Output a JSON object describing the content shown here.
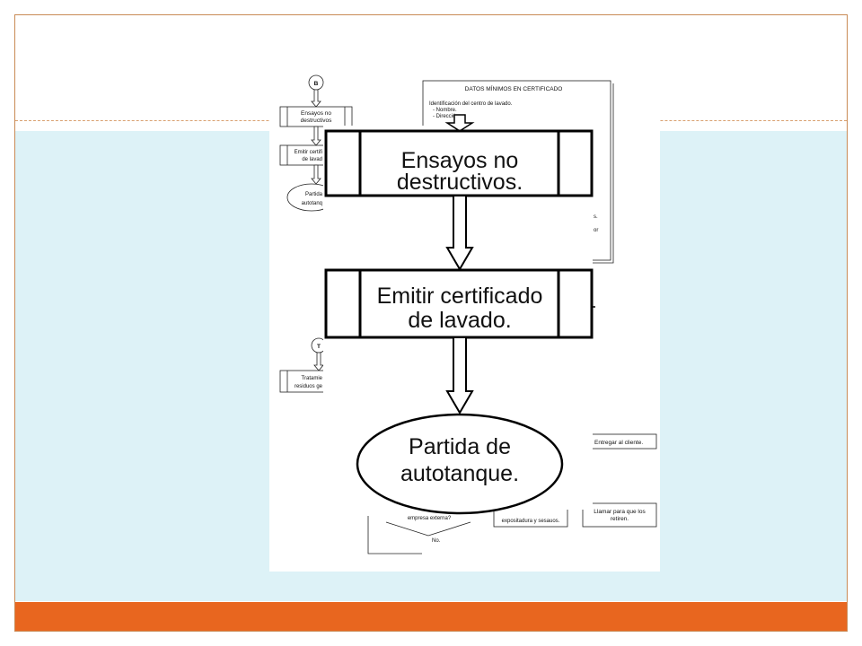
{
  "slide": {
    "colors": {
      "border": "#C98A55",
      "dashed_rule": "#D9A070",
      "content_bg": "#DDF2F7",
      "footer_bar": "#E8661F"
    }
  },
  "diagram": {
    "main_flow": {
      "step_1": [
        "Ensayos no",
        "destructivos."
      ],
      "step_2": [
        "Emitir certificado",
        "de lavado."
      ],
      "end": [
        "Partida de",
        "autotanque."
      ]
    },
    "background_flow": {
      "connector_top": "B",
      "step_1": [
        "Ensayos no",
        "destructivos"
      ],
      "step_2": [
        "Emitir certifi",
        "de lavad"
      ],
      "end": [
        "Partida",
        "autotanq"
      ],
      "connector_bottom": "T",
      "step_3": [
        "Tratamie",
        "residuos ge"
      ]
    },
    "certificate_note": {
      "title": "DATOS MÍNIMOS EN CERTIFICADO",
      "lines": [
        "Identificación del centro de lavado.",
        "- Nombre.",
        "- Dirección."
      ],
      "fragments": [
        "s.",
        "or"
      ]
    },
    "side_boxes": {
      "deliver": "Entregar al cliente.",
      "call": [
        "Llamar para que los",
        "retiren."
      ],
      "lower_box": "expositadura y sesauos.",
      "decision": "empresa externa?",
      "no_label": "No."
    }
  }
}
